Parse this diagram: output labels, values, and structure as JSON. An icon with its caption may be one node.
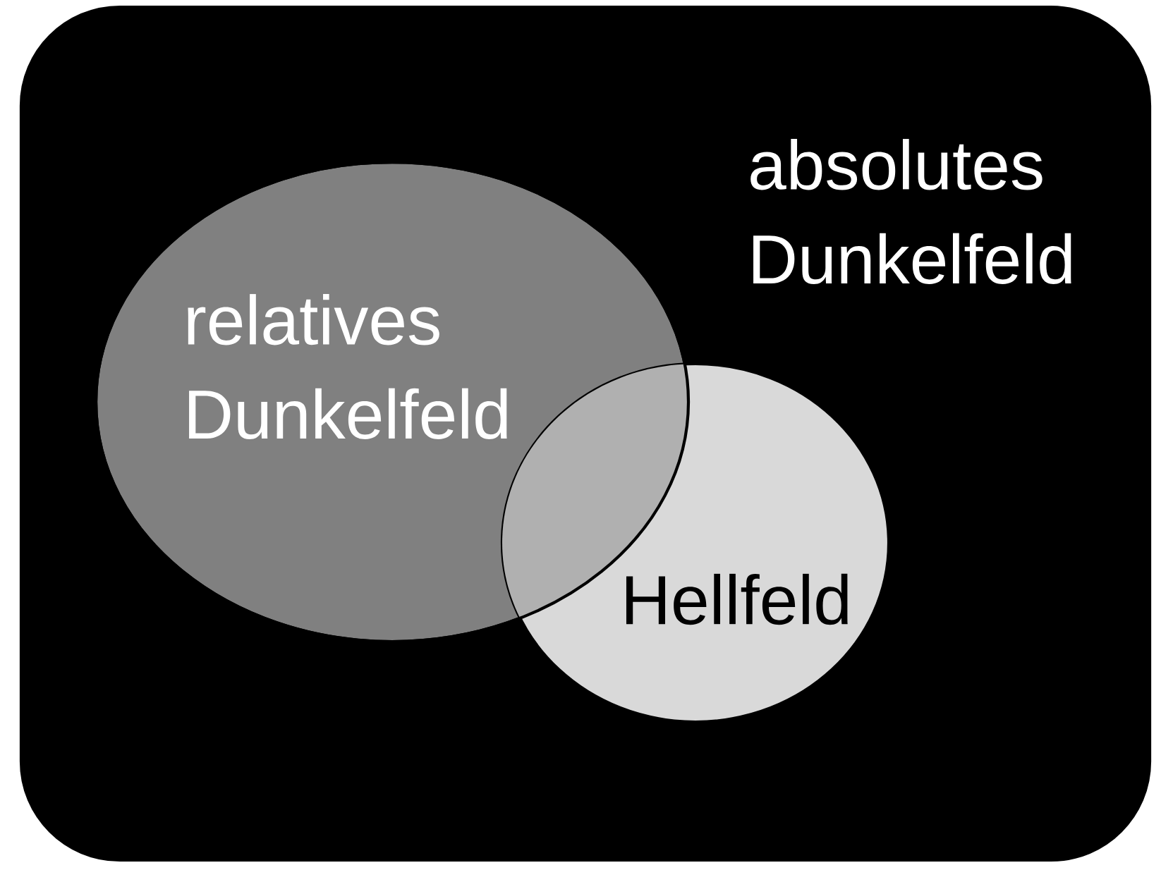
{
  "diagram": {
    "nodes": [
      {
        "text": [
          "absolutes Dunkelfeld"
        ]
      },
      {
        "text": [
          "relatives Dunkelfeld"
        ],
        "in": 0
      },
      {
        "text": [
          "Hellfeld"
        ],
        "in": 0
      }
    ]
  }
}
